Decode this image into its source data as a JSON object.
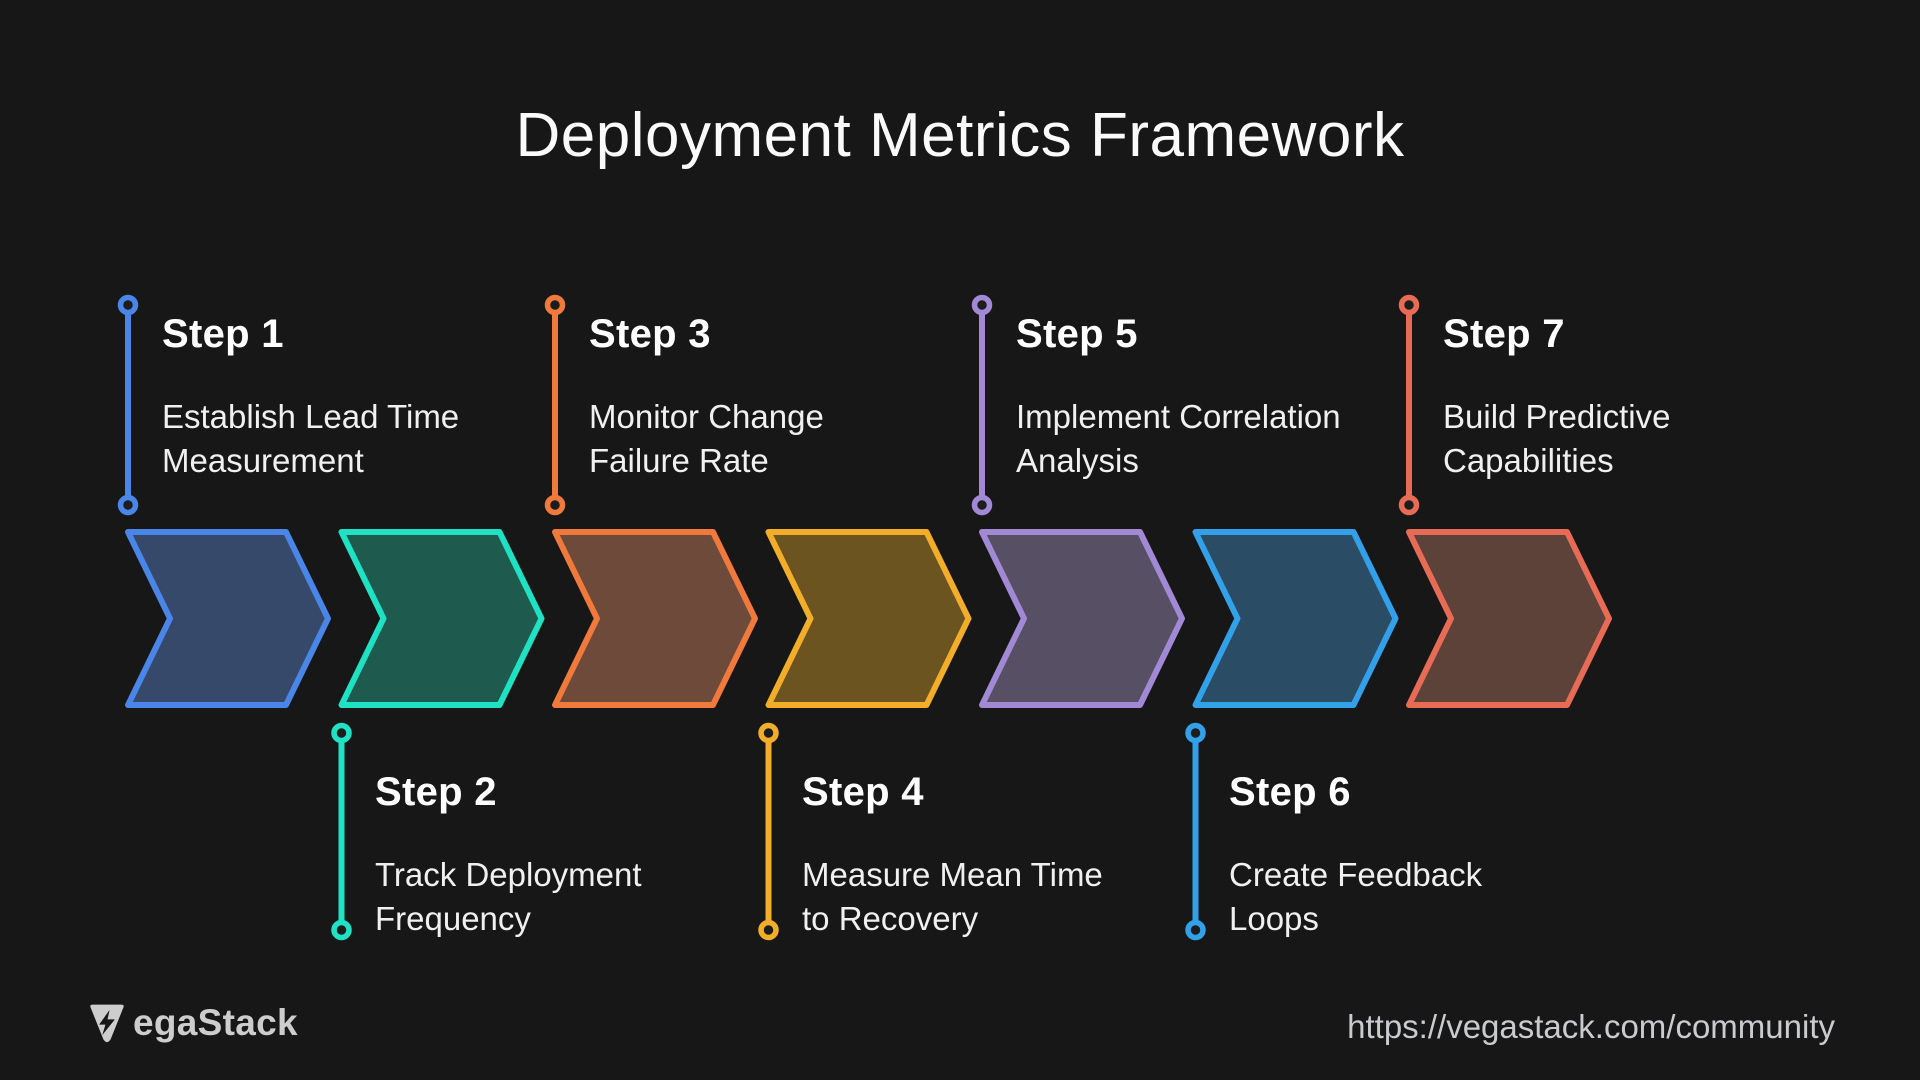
{
  "title": "Deployment Metrics Framework",
  "steps": [
    {
      "label": "Step 1",
      "description": "Establish Lead Time Measurement",
      "accent": "#4A86E8",
      "fill": "#36496B",
      "label_position": "above"
    },
    {
      "label": "Step 2",
      "description": "Track Deployment Frequency",
      "accent": "#1EE2C3",
      "fill": "#1E5A4E",
      "label_position": "below"
    },
    {
      "label": "Step 3",
      "description": "Monitor Change Failure Rate",
      "accent": "#F0793C",
      "fill": "#6E4A3A",
      "label_position": "above"
    },
    {
      "label": "Step 4",
      "description": "Measure Mean Time to Recovery",
      "accent": "#F2AD29",
      "fill": "#6B541F",
      "label_position": "below"
    },
    {
      "label": "Step 5",
      "description": "Implement Correlation Analysis",
      "accent": "#A189D6",
      "fill": "#575064",
      "label_position": "above"
    },
    {
      "label": "Step 6",
      "description": "Create Feedback Loops",
      "accent": "#33A0EA",
      "fill": "#2A4C64",
      "label_position": "below"
    },
    {
      "label": "Step 7",
      "description": "Build Predictive Capabilities",
      "accent": "#E86C55",
      "fill": "#5C4239",
      "label_position": "above"
    }
  ],
  "footer": {
    "brand": "VegaStack",
    "brand_suffix": "egaStack",
    "url": "https://vegastack.com/community"
  },
  "colors": {
    "background": "#171717",
    "title": "#FAFAFA",
    "step_label": "#FFFFFF",
    "step_description": "#F0F0F0",
    "footer": "#CDCDCD",
    "url": "#C9CBCE",
    "dot_center": "#1D1D1D"
  }
}
